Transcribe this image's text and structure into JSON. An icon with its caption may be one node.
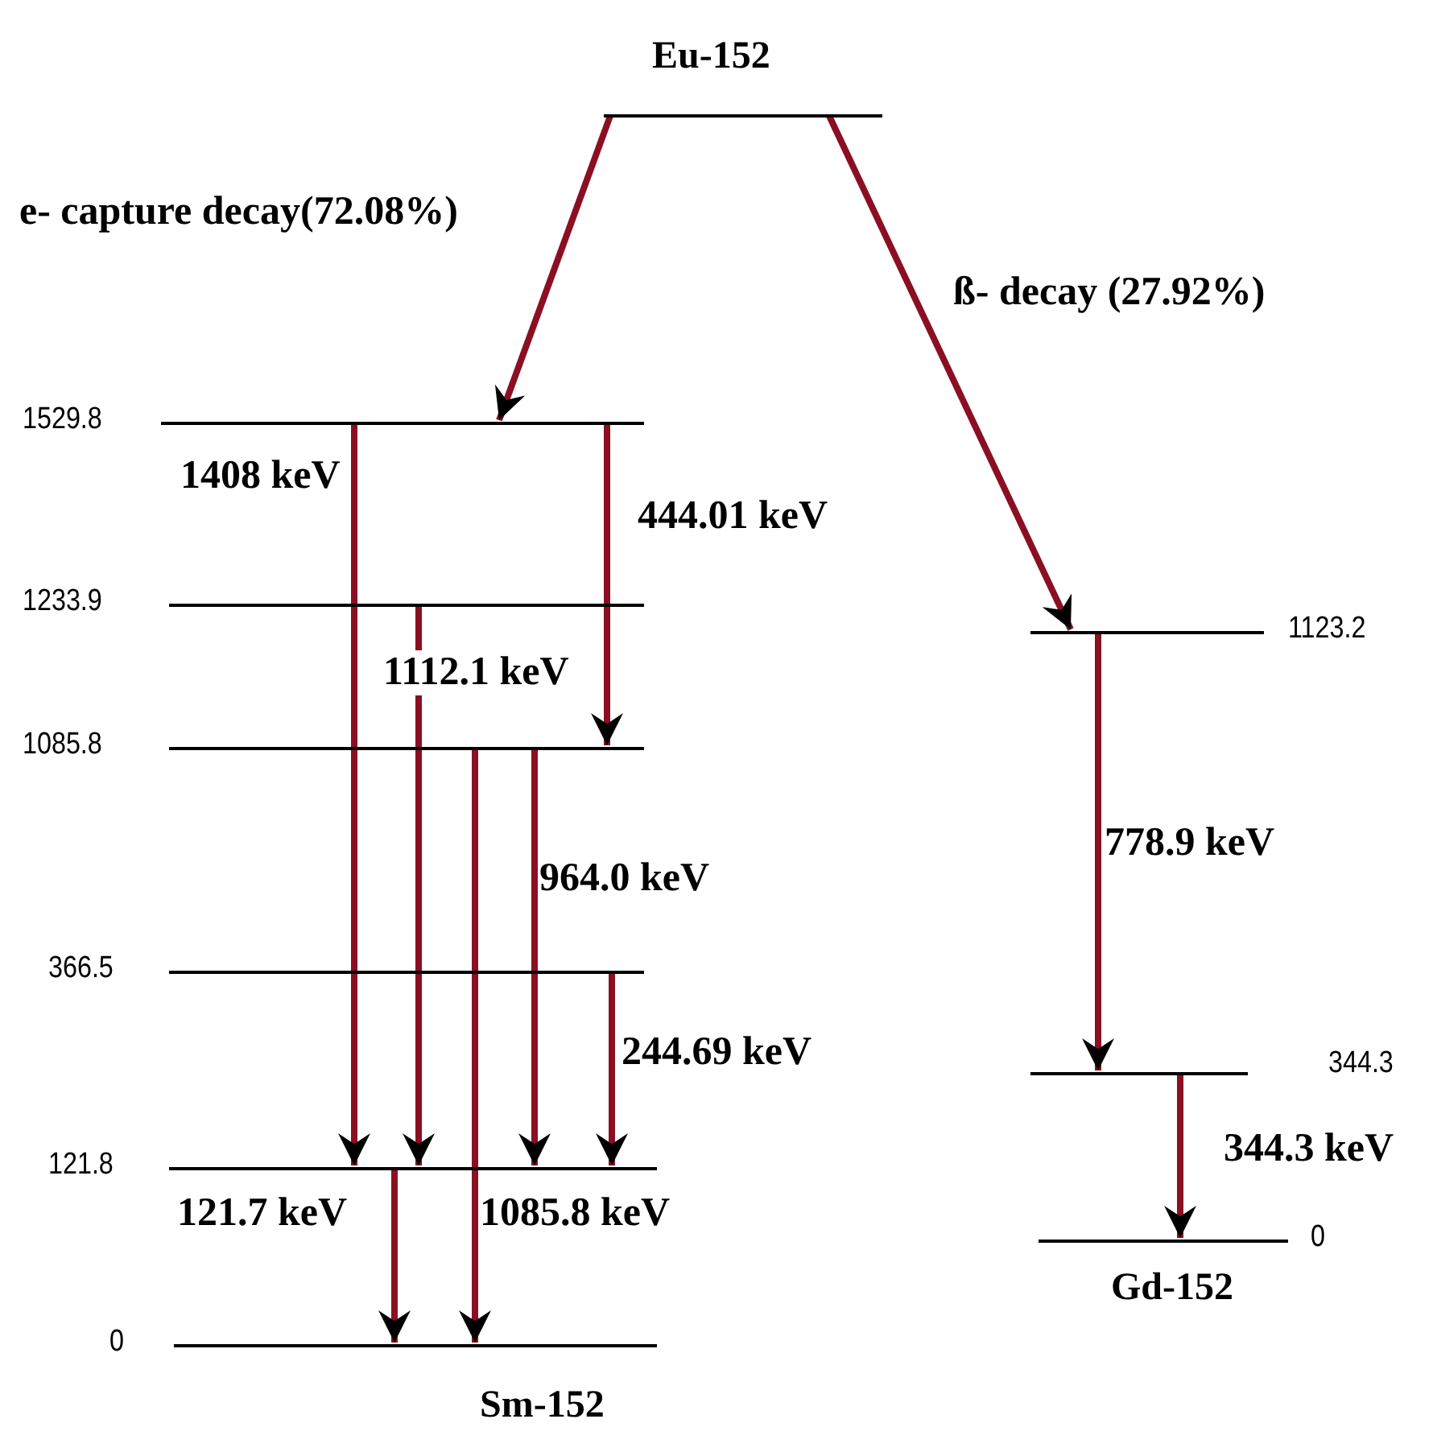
{
  "diagram": {
    "nodes": [
      {
        "text": [
          "Eu-152"
        ]
      },
      {
        "text": [],
        "shape": "bar",
        "beside": [
          "1529.8"
        ]
      },
      {
        "text": [],
        "shape": "bar",
        "beside": [
          "1233.9"
        ]
      },
      {
        "text": [],
        "shape": "bar",
        "beside": [
          "1085.8"
        ]
      },
      {
        "text": [],
        "shape": "bar",
        "beside": [
          "366.5"
        ]
      },
      {
        "text": [],
        "shape": "bar",
        "beside": [
          "121.8"
        ]
      },
      {
        "text": [
          "Sm-152"
        ],
        "beside": [
          "0"
        ]
      },
      {
        "text": [],
        "shape": "bar",
        "beside": [
          "1123.2"
        ]
      },
      {
        "text": [],
        "shape": "bar",
        "beside": [
          "344.3"
        ]
      },
      {
        "text": [
          "Gd-152"
        ],
        "beside": [
          "0"
        ]
      }
    ],
    "edges": [
      {
        "from": 0,
        "to": 1,
        "arrow": "to",
        "label": "e- capture decay(72.08%)"
      },
      {
        "from": 0,
        "to": 7,
        "arrow": "to",
        "label": "ß- decay (27.92%)"
      },
      {
        "from": 1,
        "to": 5,
        "arrow": "to",
        "label": "1408 keV"
      },
      {
        "from": 1,
        "to": 3,
        "arrow": "to",
        "label": "444.01 keV"
      },
      {
        "from": 2,
        "to": 5,
        "arrow": "to",
        "label": "1112.1 keV"
      },
      {
        "from": 3,
        "to": 6,
        "arrow": "to",
        "label": "1085.8 keV"
      },
      {
        "from": 3,
        "to": 5,
        "arrow": "to",
        "label": "964.0 keV"
      },
      {
        "from": 4,
        "to": 5,
        "arrow": "to",
        "label": "244.69 keV"
      },
      {
        "from": 5,
        "to": 6,
        "arrow": "to",
        "label": "121.7 keV"
      },
      {
        "from": 7,
        "to": 8,
        "arrow": "to",
        "label": "778.9 keV"
      },
      {
        "from": 8,
        "to": 9,
        "arrow": "to",
        "label": "344.3 keV"
      }
    ]
  }
}
